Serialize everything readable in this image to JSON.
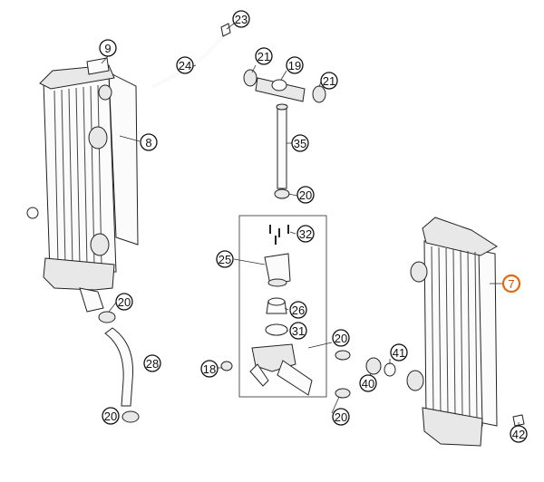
{
  "callouts": [
    {
      "id": "c9",
      "label": "9"
    },
    {
      "id": "c23",
      "label": "23"
    },
    {
      "id": "c24",
      "label": "24"
    },
    {
      "id": "c21a",
      "label": "21"
    },
    {
      "id": "c19",
      "label": "19"
    },
    {
      "id": "c21b",
      "label": "21"
    },
    {
      "id": "c8",
      "label": "8"
    },
    {
      "id": "c35",
      "label": "35"
    },
    {
      "id": "c20a",
      "label": "20"
    },
    {
      "id": "c32",
      "label": "32"
    },
    {
      "id": "c25",
      "label": "25"
    },
    {
      "id": "c7",
      "label": "7"
    },
    {
      "id": "c20b",
      "label": "20"
    },
    {
      "id": "c26",
      "label": "26"
    },
    {
      "id": "c31",
      "label": "31"
    },
    {
      "id": "c20c",
      "label": "20"
    },
    {
      "id": "c41",
      "label": "41"
    },
    {
      "id": "c28",
      "label": "28"
    },
    {
      "id": "c18",
      "label": "18"
    },
    {
      "id": "c40",
      "label": "40"
    },
    {
      "id": "c20d",
      "label": "20"
    },
    {
      "id": "c20e",
      "label": "20"
    },
    {
      "id": "c42",
      "label": "42"
    }
  ],
  "highlight_color": "#e06a10"
}
